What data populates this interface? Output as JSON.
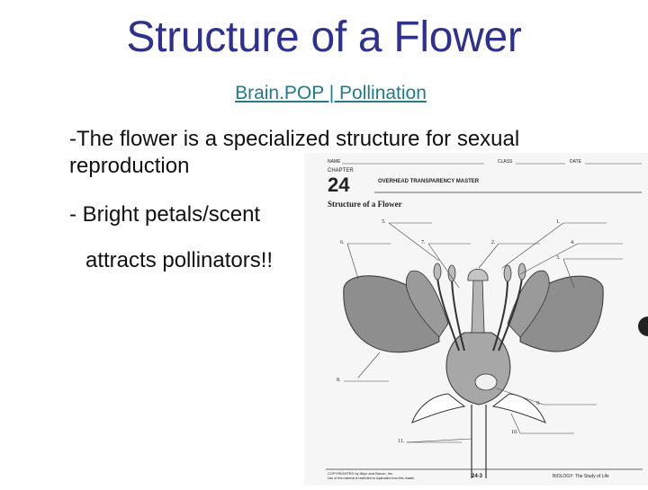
{
  "slide": {
    "title": "Structure of a Flower",
    "link_text": "Brain.POP | Pollination",
    "bullets": [
      "-The flower is a specialized structure for sexual reproduction",
      "- Bright petals/scent",
      "attracts pollinators!!"
    ]
  },
  "worksheet": {
    "name_label": "NAME",
    "class_label": "CLASS",
    "date_label": "DATE",
    "chapter_label": "CHAPTER",
    "chapter_number": "24",
    "header": "OVERHEAD TRANSPARENCY MASTER",
    "subtitle": "Structure of a Flower",
    "labels": [
      "1.",
      "2.",
      "3.",
      "4.",
      "5.",
      "6.",
      "7.",
      "8.",
      "9.",
      "10.",
      "11."
    ],
    "footer_left": "COPYRIGHTED by Allyn and Bacon, Inc.",
    "footer_left2": "Use of this material is restricted to duplication from this master",
    "page_number": "24-3",
    "footer_right": "BIOLOGY: The Study of Life"
  }
}
